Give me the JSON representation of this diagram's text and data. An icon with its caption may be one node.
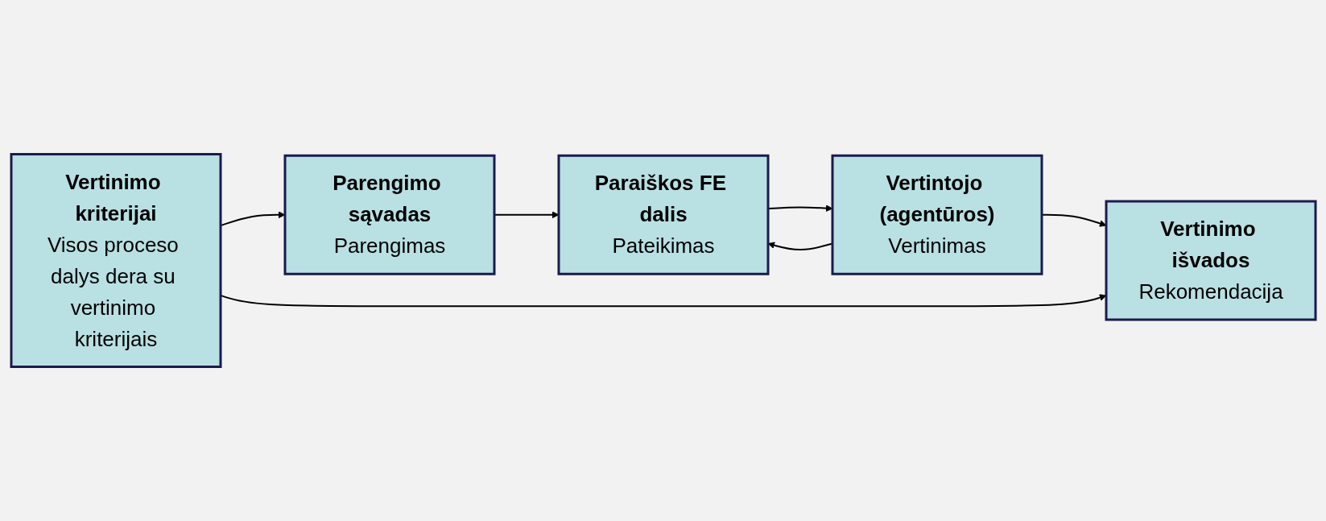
{
  "diagram": {
    "nodes": [
      {
        "text": [
          "Parengimo sąvadas",
          "Parengimas"
        ]
      },
      {
        "text": [
          "Paraiškos FE dalis",
          "Pateikimas"
        ]
      },
      {
        "text": [
          "Vertintojo (agentūros)",
          "Vertinimas"
        ]
      },
      {
        "text": [
          "Vertinimo išvados",
          "Rekomendacija"
        ]
      },
      {
        "text": [
          "Vertinimo kriterijai",
          "Visos proceso dalys dera su vertinimo kriterijais"
        ]
      }
    ],
    "edges": [
      {
        "from": 0,
        "to": 1,
        "arrow": "to"
      },
      {
        "from": 1,
        "to": 2,
        "arrow": "to"
      },
      {
        "from": 2,
        "to": 3,
        "arrow": "to"
      },
      {
        "from": 2,
        "to": 1,
        "arrow": "to"
      },
      {
        "from": 4,
        "to": 0,
        "arrow": "to"
      },
      {
        "from": 4,
        "to": 3,
        "arrow": "to"
      }
    ]
  }
}
